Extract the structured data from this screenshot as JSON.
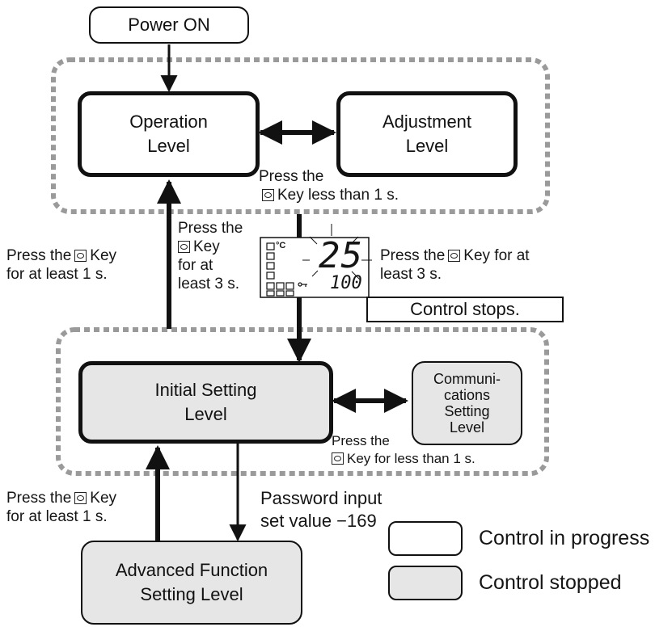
{
  "nodes": {
    "power_on": "Power ON",
    "operation": [
      "Operation",
      "Level"
    ],
    "adjustment": [
      "Adjustment",
      "Level"
    ],
    "initial": [
      "Initial Setting",
      "Level"
    ],
    "communications": [
      "Communi-",
      "cations",
      "Setting",
      "Level"
    ],
    "advanced": [
      "Advanced Function",
      "Setting Level"
    ]
  },
  "edge_labels": {
    "op_adj_1": "Press the",
    "op_adj_2": "Key less than 1 s.",
    "init_to_op_1": "Press the",
    "init_to_op_2": "Key",
    "init_to_op_3": "for at",
    "init_to_op_4": "least 3 s.",
    "left_top_1": "Press the",
    "left_top_2": "Key",
    "left_top_3": "for at least 1 s.",
    "display_1": "Press the",
    "display_2": "Key for at",
    "display_3": "least 3 s.",
    "control_stops": "Control stops.",
    "init_comm_1": "Press the",
    "init_comm_2": "Key for less than 1 s.",
    "left_bottom_1": "Press the",
    "left_bottom_2": "Key",
    "left_bottom_3": "for at least 1 s.",
    "password_1": "Password input",
    "password_2": "set value −169"
  },
  "display": {
    "unit": "°C",
    "pv": "25",
    "sv": "100"
  },
  "legend": {
    "progress": "Control in progress",
    "stopped": "Control stopped"
  },
  "colors": {
    "stopped_fill": "#e6e6e6",
    "group_border": "#9a9a9a",
    "stroke": "#111111"
  }
}
